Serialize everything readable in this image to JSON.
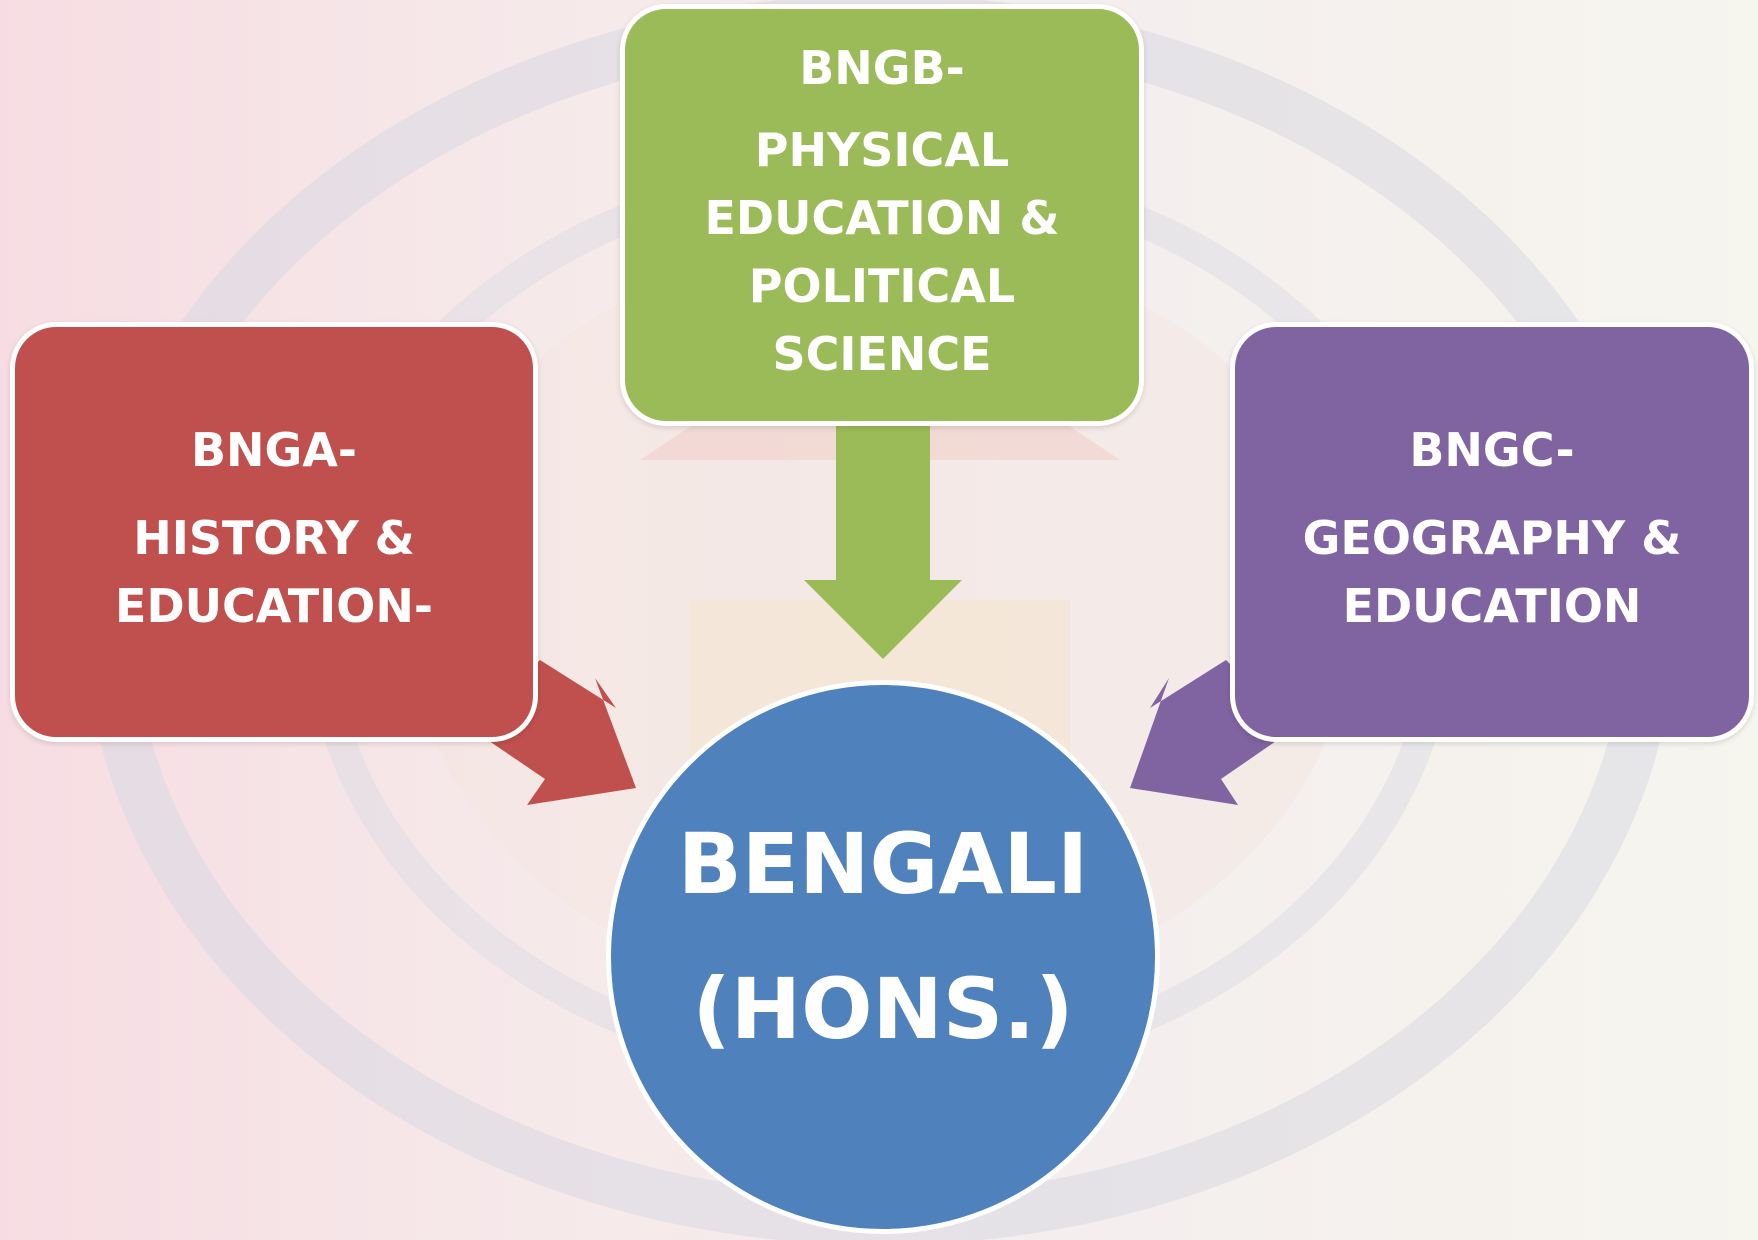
{
  "nodes": {
    "bnga": {
      "code": "BNGA-",
      "subject": "HISTORY & EDUCATION-",
      "color": "#c0504d"
    },
    "bngb": {
      "code": "BNGB-",
      "subject": "PHYSICAL EDUCATION & POLITICAL SCIENCE",
      "color": "#9bbb59"
    },
    "bngc": {
      "code": "BNGC-",
      "subject": "GEOGRAPHY & EDUCATION",
      "color": "#8064a2"
    },
    "center": {
      "line1": "BENGALI",
      "line2": "(HONS.)",
      "color": "#4f81bd"
    }
  },
  "edges": [
    {
      "from": "bnga",
      "to": "center"
    },
    {
      "from": "bngb",
      "to": "center"
    },
    {
      "from": "bngc",
      "to": "center"
    }
  ]
}
